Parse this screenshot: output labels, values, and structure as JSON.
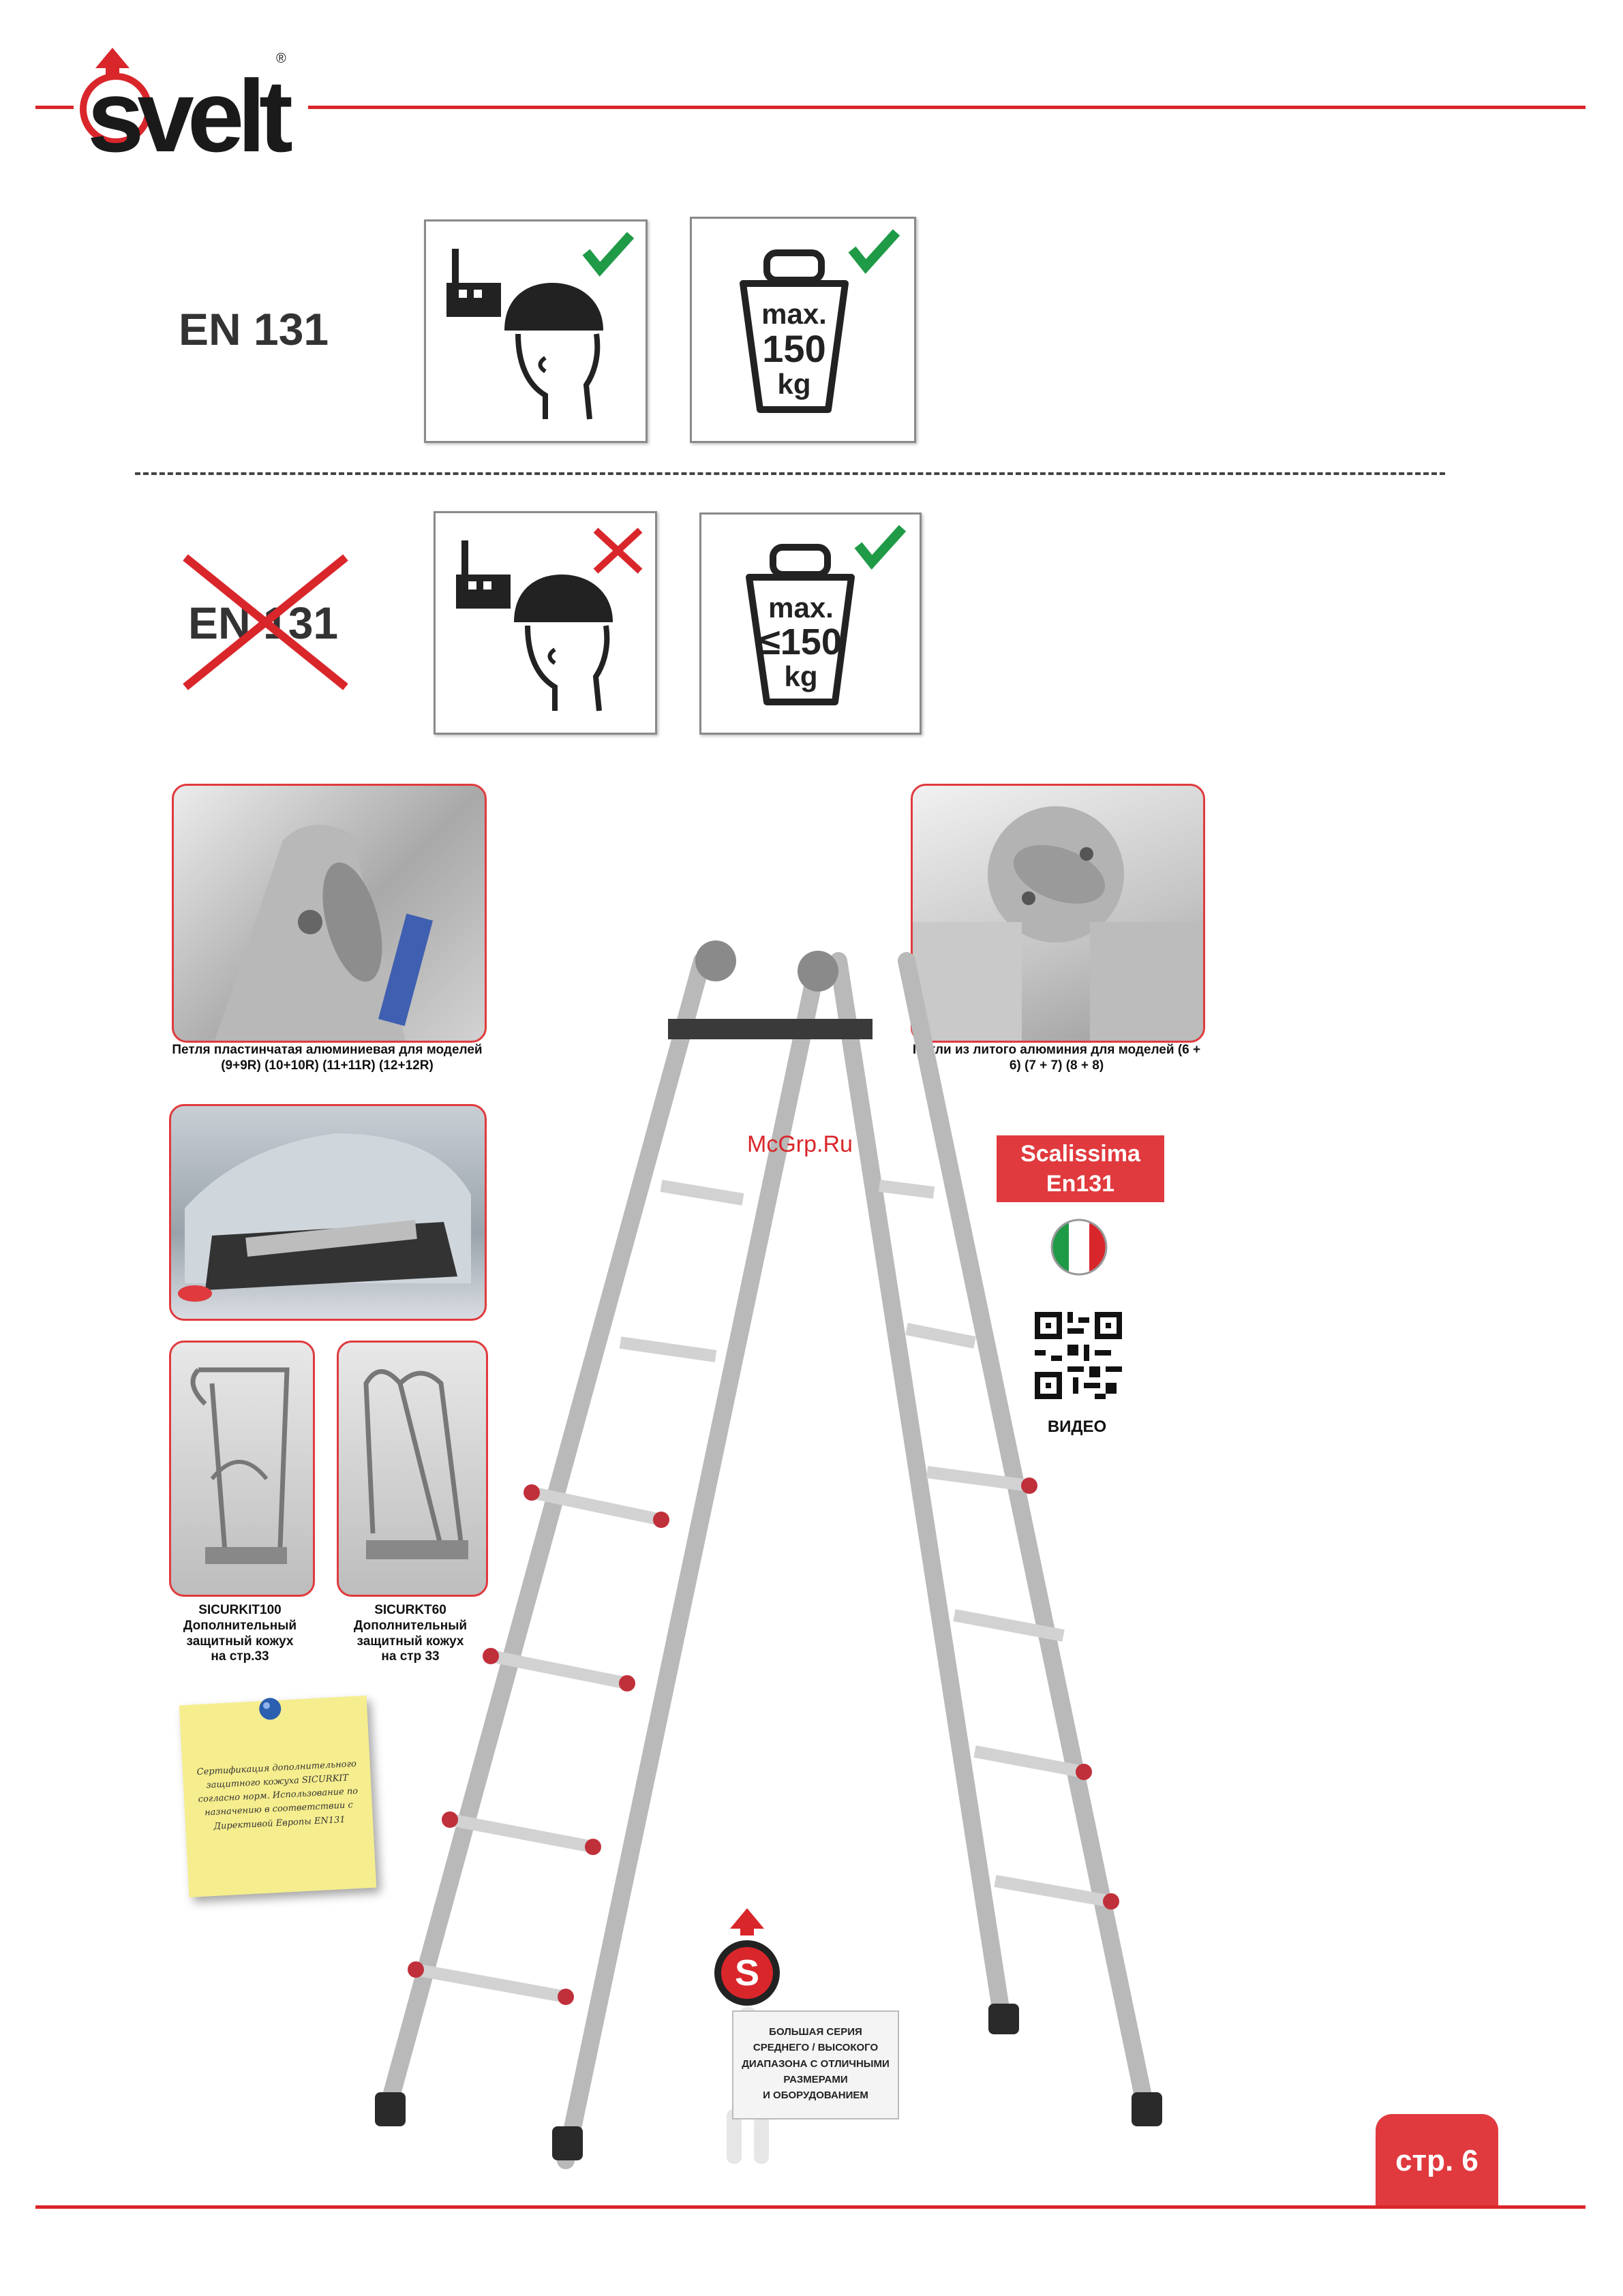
{
  "brand": {
    "name": "svelt",
    "registered": "®",
    "accent_color": "#d9262b"
  },
  "certified": {
    "standard": "EN 131",
    "icons": [
      "professional-use-icon",
      "max-load-weight-icon"
    ],
    "load": {
      "line1": "max.",
      "line2": "150",
      "line3": "kg"
    },
    "status": "check"
  },
  "not_certified": {
    "standard": "EN 131",
    "icons": [
      "professional-use-icon",
      "max-load-weight-icon"
    ],
    "load": {
      "line1": "max.",
      "line2": "≤150",
      "line3": "kg"
    },
    "status": "cross"
  },
  "captions": {
    "hinge_left": "Петля пластинчатая алюминиевая для моделей (9+9R) (10+10R) (11+11R) (12+12R)",
    "hinge_right": "Петли из литого алюминия для моделей (6 + 6) (7 + 7) (8 + 8)",
    "kit100": [
      "SICURKIT100",
      "Дополнительный",
      "защитный кожух",
      "на стр.33"
    ],
    "kit60": [
      "SICURKT60",
      "Дополнительный",
      "защитный кожух",
      "на стр 33"
    ]
  },
  "product": {
    "line1": "Scalissima",
    "line2": "En131"
  },
  "origin_flag": "italy-flag-icon",
  "video_label": "ВИДЕО",
  "note_text": "Сертификация дополнительного защитного кожуха SICURKIT согласно норм. Использование по назначению в соответствии с Директивой Европы EN131",
  "sign": [
    "БОЛЬШАЯ СЕРИЯ",
    "СРЕДНЕГО / ВЫСОКОГО",
    "ДИАПАЗОНА С ОТЛИЧНЫМИ",
    "РАЗМЕРАМИ",
    "И ОБОРУДОВАНИЕМ"
  ],
  "watermark": "McGrp.Ru",
  "page_label": "стр. 6"
}
